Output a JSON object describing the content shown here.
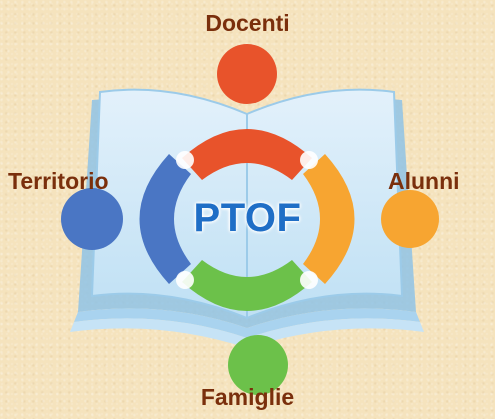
{
  "center_title": "PTOF",
  "nodes": [
    {
      "key": "top",
      "label": "Docenti",
      "color": "#e8532b"
    },
    {
      "key": "right",
      "label": "Alunni",
      "color": "#f7a531"
    },
    {
      "key": "bottom",
      "label": "Famiglie",
      "color": "#6cc14a"
    },
    {
      "key": "left",
      "label": "Territorio",
      "color": "#4a76c4"
    }
  ],
  "label_color": "#7a2f0c",
  "title_color": "#1f6ec6",
  "book_color": "#8fc3e6",
  "icons": [
    "open-book-icon",
    "people-circle-icon"
  ]
}
